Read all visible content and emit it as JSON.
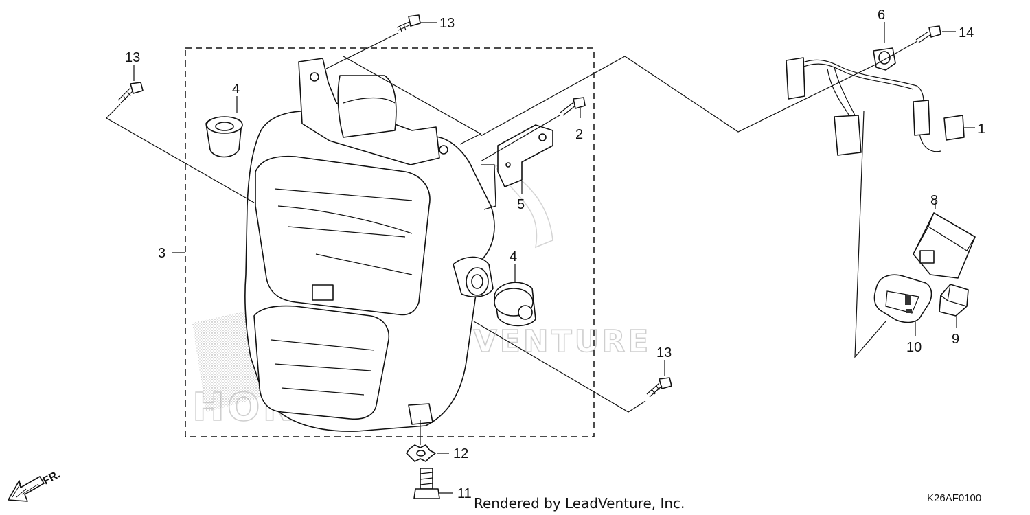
{
  "diagram": {
    "watermark": "LEADVENTURE",
    "watermark_lower": "HONDA",
    "credit": "Rendered by LeadVenture, Inc.",
    "drawing_code": "K26AF0100",
    "direction_label": "FR.",
    "callouts": {
      "p1": "1",
      "p2": "2",
      "p3": "3",
      "p4a": "4",
      "p4b": "4",
      "p5": "5",
      "p6": "6",
      "p8": "8",
      "p9": "9",
      "p10": "10",
      "p11": "11",
      "p12": "12",
      "p13a": "13",
      "p13b": "13",
      "p13c": "13",
      "p14": "14"
    }
  }
}
